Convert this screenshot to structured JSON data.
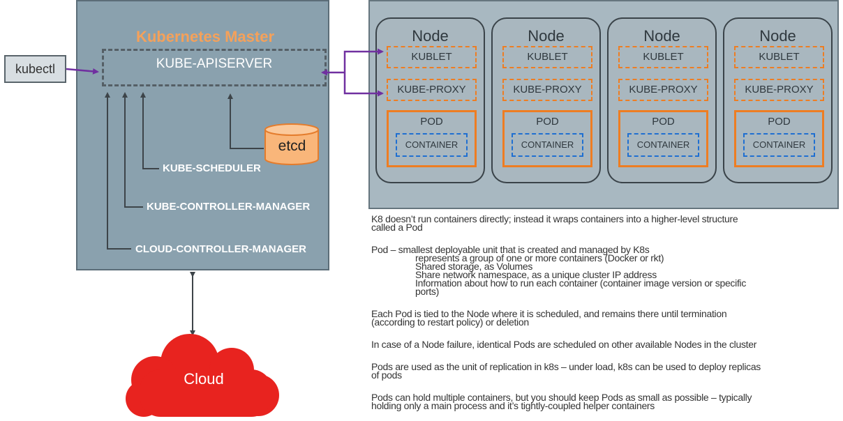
{
  "master": {
    "title": "Kubernetes Master",
    "apiserver": "KUBE-APISERVER",
    "scheduler": "KUBE-SCHEDULER",
    "controller_manager": "KUBE-CONTROLLER-MANAGER",
    "cloud_controller_manager": "CLOUD-CONTROLLER-MANAGER",
    "etcd": "etcd"
  },
  "kubectl": "kubectl",
  "cloud": "Cloud",
  "nodes": [
    {
      "title": "Node",
      "kublet": "KUBLET",
      "proxy": "KUBE-PROXY",
      "pod": "POD",
      "container": "CONTAINER"
    },
    {
      "title": "Node",
      "kublet": "KUBLET",
      "proxy": "KUBE-PROXY",
      "pod": "POD",
      "container": "CONTAINER"
    },
    {
      "title": "Node",
      "kublet": "KUBLET",
      "proxy": "KUBE-PROXY",
      "pod": "POD",
      "container": "CONTAINER"
    },
    {
      "title": "Node",
      "kublet": "KUBLET",
      "proxy": "KUBE-PROXY",
      "pod": "POD",
      "container": "CONTAINER"
    }
  ],
  "notes": {
    "p1": [
      "K8 doesn’t run containers directly; instead it wraps containers into a higher-level structure",
      "called a Pod"
    ],
    "p2_head": "Pod – smallest deployable unit that is created and managed by K8s",
    "p2_items": [
      "represents a group of one or more containers (Docker or rkt)",
      "Shared storage, as Volumes",
      "Share network namespace, as a unique cluster IP address",
      "Information about how to run each container (container image version or specific",
      "ports)"
    ],
    "p3": [
      "Each Pod is tied to the Node where it is scheduled, and remains there until termination",
      "(according to restart policy) or deletion"
    ],
    "p4": "In case of a Node failure, identical Pods are scheduled on other available Nodes in the cluster",
    "p5": [
      "Pods are used as the unit of replication in k8s – under load, k8s can be used to deploy replicas",
      "of pods"
    ],
    "p6": [
      "Pods can hold multiple containers, but you should keep Pods as small as possible – typically",
      "holding only a main process and it’s tightly-coupled helper containers"
    ]
  },
  "colors": {
    "master_fill": "#8aa1ae",
    "accent_orange": "#ee7d22",
    "container_blue": "#1f6fd1",
    "arrow_purple": "#7030a0",
    "cloud_red": "#e8231f",
    "etcd_fill": "#f9b67a"
  }
}
